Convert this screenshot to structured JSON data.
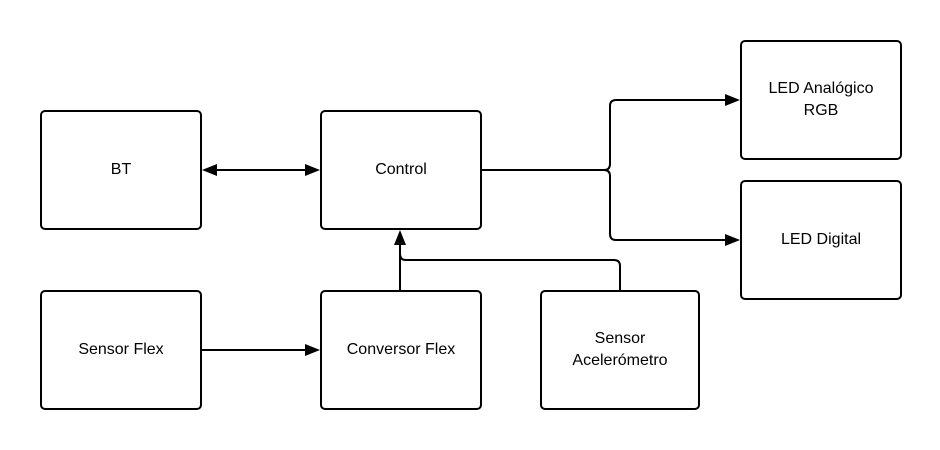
{
  "diagram": {
    "nodes": {
      "bt": {
        "label": "BT"
      },
      "control": {
        "label": "Control"
      },
      "led_rgb": {
        "line1": "LED Analógico",
        "line2": "RGB"
      },
      "led_digital": {
        "label": "LED Digital"
      },
      "sensor_flex": {
        "label": "Sensor Flex"
      },
      "conversor_flex": {
        "label": "Conversor Flex"
      },
      "sensor_accel": {
        "line1": "Sensor",
        "line2": "Acelerómetro"
      }
    },
    "edges": [
      {
        "from": "BT",
        "to": "Control",
        "direction": "bidirectional"
      },
      {
        "from": "Control",
        "to": "LED Analógico RGB",
        "direction": "forward"
      },
      {
        "from": "Control",
        "to": "LED Digital",
        "direction": "forward"
      },
      {
        "from": "Sensor Flex",
        "to": "Conversor Flex",
        "direction": "forward"
      },
      {
        "from": "Conversor Flex",
        "to": "Control",
        "direction": "forward"
      },
      {
        "from": "Sensor Acelerómetro",
        "to": "Control",
        "direction": "forward"
      }
    ],
    "colors": {
      "stroke": "#000000",
      "fill": "#ffffff",
      "text": "#000000"
    }
  }
}
